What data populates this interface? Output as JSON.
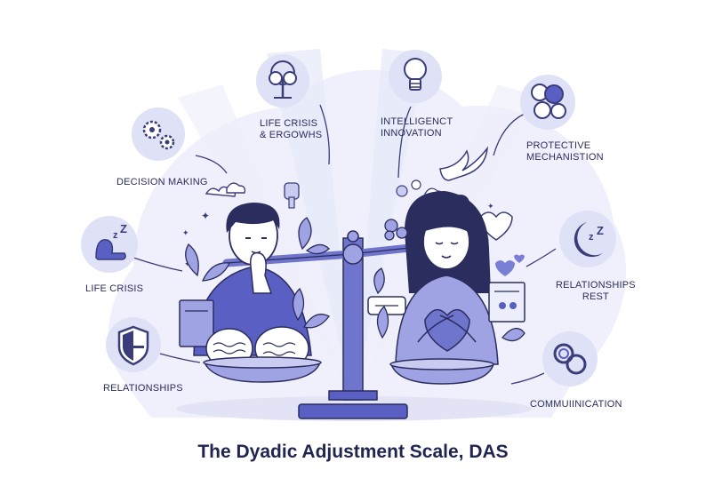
{
  "title": "The Dyadic Adjustment Scale, DAS",
  "labels": {
    "life_crisis_growth": [
      "LIFE CRISIS",
      "& ERGOWHS"
    ],
    "intelligence_innovation": [
      "INTELLIGENCT",
      "INNOVATION"
    ],
    "protective_mechanisms": [
      "PROTECTIVE",
      "MECHANISTION"
    ],
    "decision_making": "DECISION MAKING",
    "life_crisis": "LIFE CRISIS",
    "relationships": "RELATIONSHIPS",
    "relationships_rest": [
      "RELATIONSHIPS",
      "REST"
    ],
    "communication": "COMMUIINICATION"
  },
  "icons": {
    "life_crisis_growth": "tree-icon",
    "intelligence_innovation": "lightbulb-icon",
    "protective_mechanisms": "brain-icon",
    "decision_making": "gears-icon",
    "life_crisis": "sleeping-person-icon",
    "relationships": "shield-icon",
    "relationships_rest": "moon-icon",
    "communication": "knot-icon"
  },
  "colors": {
    "accent": "#5a5fc4",
    "accent_light": "#c9cbf0",
    "background_wash": "#eceefb",
    "ink": "#2b2d5e"
  }
}
